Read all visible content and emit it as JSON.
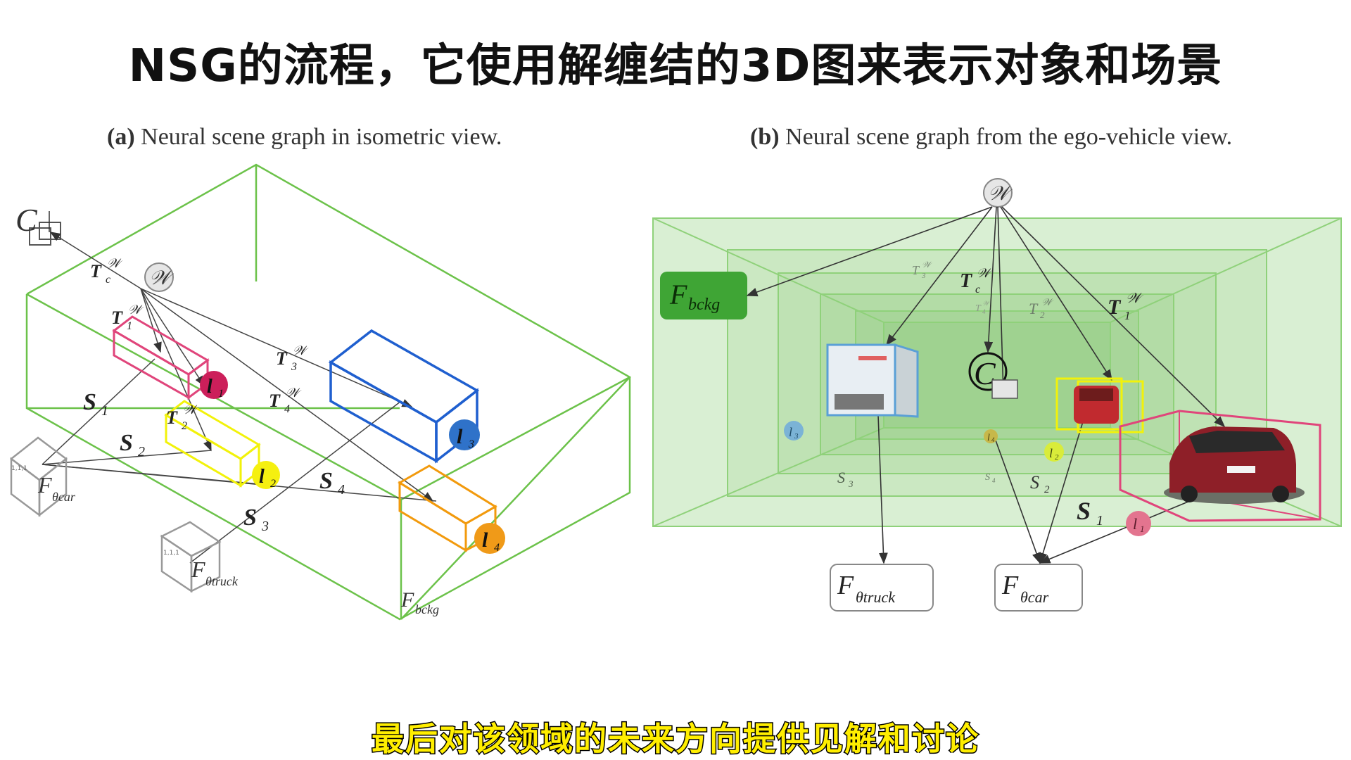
{
  "slide": {
    "title": "NSG的流程，它使用解缠结的3D图来表示对象和场景",
    "subtitle": "最后对该领域的未来方向提供见解和讨论"
  },
  "panel_a": {
    "caption_tag": "(a)",
    "caption_text": "Neural scene graph in isometric view.",
    "labels": {
      "camera": "C",
      "world": "𝒲",
      "tc": "T",
      "tc_sub": "c",
      "tc_sup": "𝒲",
      "t1": "T",
      "t1_sub": "1",
      "t1_sup": "𝒲",
      "t2": "T",
      "t2_sub": "2",
      "t2_sup": "𝒲",
      "t3": "T",
      "t3_sub": "3",
      "t3_sup": "𝒲",
      "t4": "T",
      "t4_sub": "4",
      "t4_sup": "𝒲",
      "s1": "S",
      "s1_sub": "1",
      "s2": "S",
      "s2_sub": "2",
      "s3": "S",
      "s3_sub": "3",
      "s4": "S",
      "s4_sub": "4",
      "l1": "l",
      "l1_sub": "1",
      "l2": "l",
      "l2_sub": "2",
      "l3": "l",
      "l3_sub": "3",
      "l4": "l",
      "l4_sub": "4",
      "f_car": "F",
      "f_car_sub": "θcar",
      "f_truck": "F",
      "f_truck_sub": "θtruck",
      "f_bckg": "F",
      "f_bckg_sub": "bckg",
      "unit_cube": "1,1,1"
    }
  },
  "panel_b": {
    "caption_tag": "(b)",
    "caption_text": "Neural scene graph from the ego-vehicle view.",
    "labels": {
      "world": "𝒲",
      "camera": "C",
      "f_bckg": "F",
      "f_bckg_sub": "bckg",
      "tc": "T",
      "tc_sub": "c",
      "tc_sup": "𝒲",
      "t1": "T",
      "t1_sub": "1",
      "t1_sup": "𝒲",
      "t2": "T",
      "t2_sub": "2",
      "t2_sup": "𝒲",
      "t3": "T",
      "t3_sub": "3",
      "t3_sup": "𝒲",
      "t4": "T",
      "t4_sub": "4",
      "t4_sup": "𝒲",
      "s1": "S",
      "s1_sub": "1",
      "s2": "S",
      "s2_sub": "2",
      "s3": "S",
      "s3_sub": "3",
      "s4": "S",
      "s4_sub": "4",
      "l1": "l",
      "l1_sub": "1",
      "l2": "l",
      "l2_sub": "2",
      "l3": "l",
      "l3_sub": "3",
      "l4": "l",
      "l4_sub": "4",
      "f_truck": "F",
      "f_truck_sub": "θtruck",
      "f_car": "F",
      "f_car_sub": "θcar"
    }
  },
  "colors": {
    "scene_box": "#6cc24a",
    "car1_box": "#e0457b",
    "car2_box": "#f2f20a",
    "truck_box": "#1f5fcf",
    "car4_box": "#f29a0d",
    "l1": "#cc1f5a",
    "l2": "#f5f010",
    "l3": "#2f72c9",
    "l4": "#f09a18",
    "bckg_node": "#3fa535",
    "subtitle_fill": "#ffee00"
  }
}
